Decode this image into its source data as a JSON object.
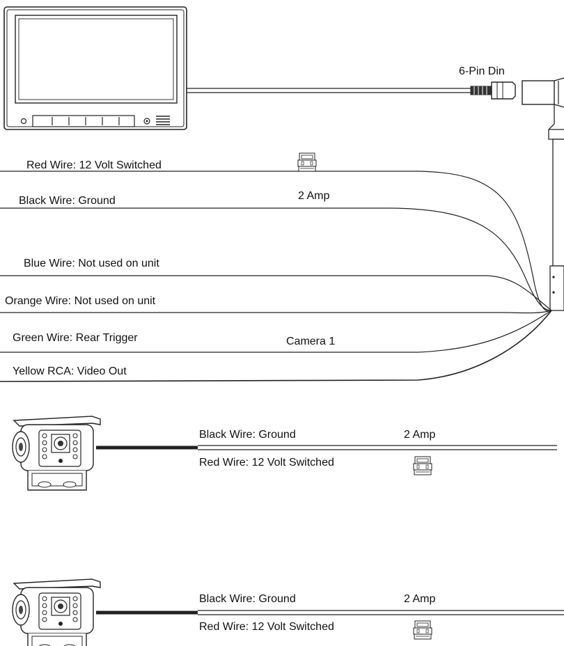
{
  "labels": {
    "six_pin_din": "6-Pin Din",
    "red_wire": "Red Wire: 12 Volt Switched",
    "fuse_2amp": "2 Amp",
    "black_wire": "Black Wire: Ground",
    "blue_wire": "Blue Wire:  Not used on unit",
    "orange_wire": "Orange Wire:  Not used on unit",
    "green_wire": "Green Wire: Rear Trigger",
    "camera_1": "Camera 1",
    "yellow_rca": "Yellow RCA: Video Out"
  },
  "cameras": [
    {
      "black_wire": "Black Wire: Ground",
      "fuse": "2 Amp",
      "red_wire": "Red Wire: 12 Volt Switched"
    },
    {
      "black_wire": "Black Wire: Ground",
      "fuse": "2 Amp",
      "red_wire": "Red Wire: 12 Volt Switched"
    }
  ]
}
